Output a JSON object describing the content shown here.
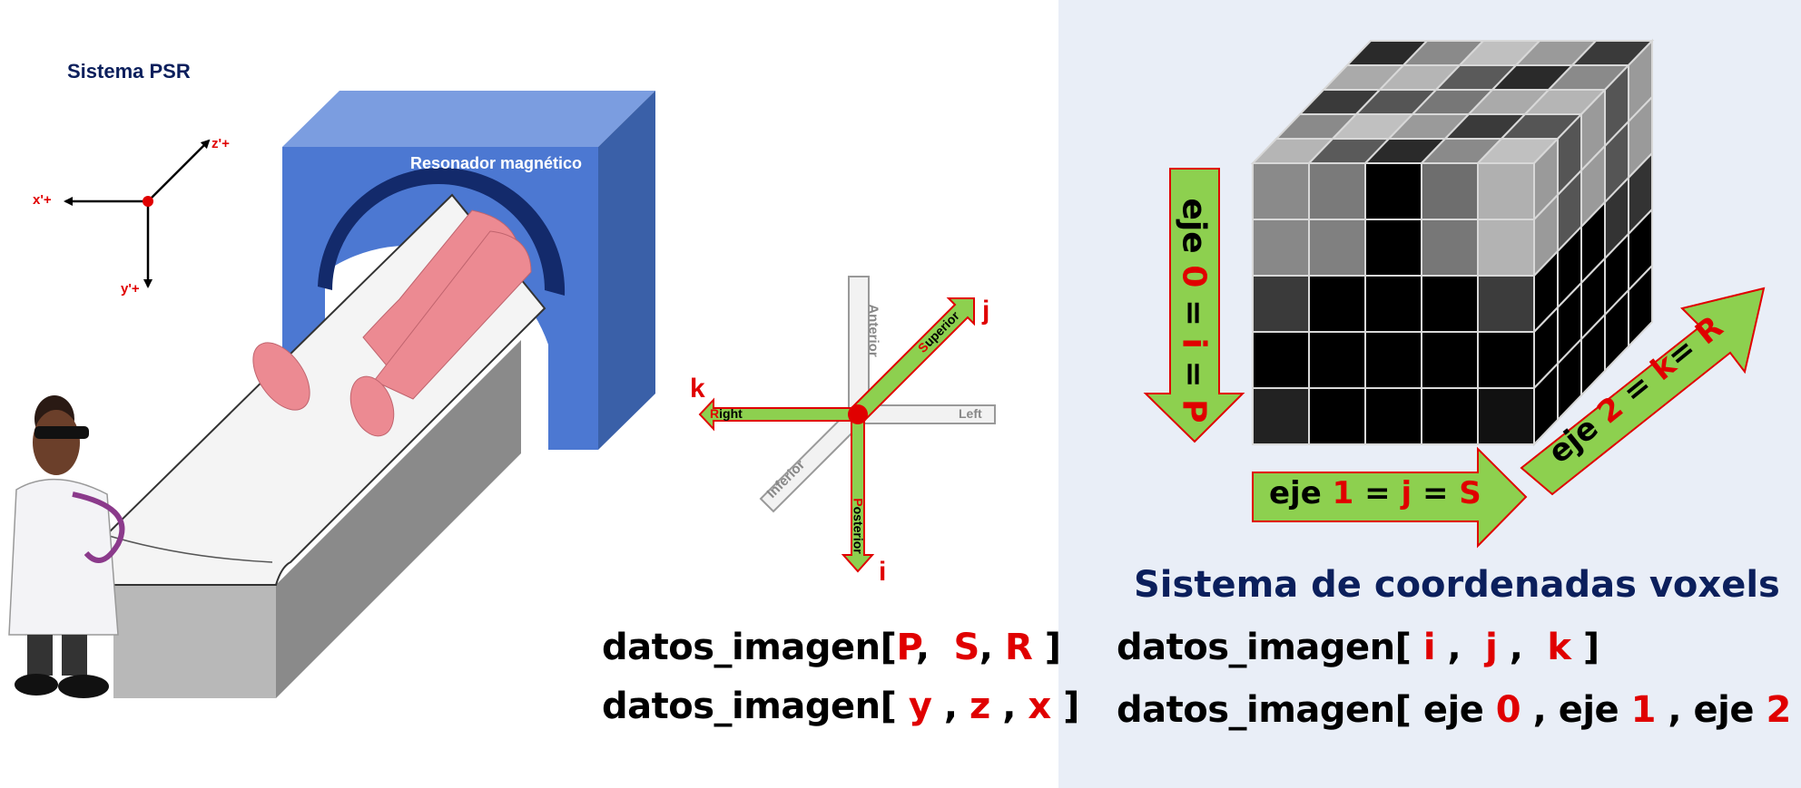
{
  "left": {
    "title": "Sistema PSR",
    "axes": {
      "x": "x'+",
      "y": "y'+",
      "z": "z'+"
    },
    "scanner_label": "Resonador magnético"
  },
  "compass": {
    "k": "k",
    "j": "j",
    "i": "i",
    "anterior": "Anterior",
    "superior_first": "S",
    "superior_rest": "uperior",
    "right_first": "R",
    "right_rest": "ight",
    "left": "Left",
    "inferior": "Inferior",
    "posterior_first": "P",
    "posterior_rest": "osterior"
  },
  "formula_psr": {
    "prefix": "datos_imagen[",
    "p": "P",
    "s": "S",
    "r": "R",
    "sep": ",",
    "close": "]"
  },
  "formula_yzx": {
    "prefix": "datos_imagen[",
    "y": "y",
    "z": "z",
    "x": "x",
    "sep": ",",
    "close": "]"
  },
  "cube": {
    "title": "Sistema de coordenadas voxels",
    "axis0": {
      "a": "eje ",
      "n": "0",
      "eq1": " = ",
      "v": "i",
      "eq2": " = ",
      "w": "P"
    },
    "axis1": {
      "a": "eje ",
      "n": "1",
      "eq1": " = ",
      "v": "j",
      "eq2": " = ",
      "w": "S"
    },
    "axis2": {
      "a": "eje ",
      "n": "2",
      "eq1": " = ",
      "v": "k",
      "eq2": "= ",
      "w": "R"
    }
  },
  "formula_ijk": {
    "prefix": "datos_imagen[",
    "i": "i",
    "j": "j",
    "k": "k",
    "sep": ",",
    "close": "]"
  },
  "formula_eje": {
    "prefix": "datos_imagen[",
    "eje": "eje",
    "n0": "0",
    "n1": "1",
    "n2": "2",
    "sep": ",",
    "close": "]"
  },
  "colors": {
    "title_navy": "#0b1f5c",
    "accent_red": "#e00000",
    "arrow_green": "#8dd04f",
    "scanner_blue": "#4a76cf",
    "panel_bg": "#e9eef7"
  }
}
